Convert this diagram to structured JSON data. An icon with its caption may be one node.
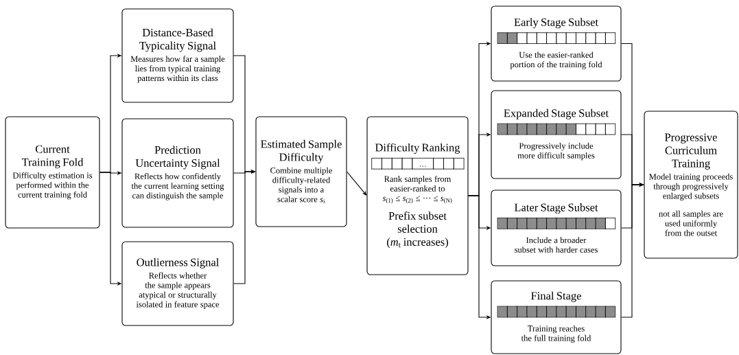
{
  "diagram": {
    "nodes": [
      {
        "text": [
          "Current Training Fold",
          "Difficulty estimation is performed within the current training fold"
        ]
      },
      {
        "text": [
          "Distance-Based Typicality Signal",
          "Measures how far a sample lies from typical training patterns within its class"
        ]
      },
      {
        "text": [
          "Prediction Uncertainty Signal",
          "Reflects how confidently the current learning setting can distinguish the sample"
        ]
      },
      {
        "text": [
          "Outlierness Signal",
          "Reflects whether the sample appears atypical or structurally isolated in feature space"
        ]
      },
      {
        "text": [
          "Estimated Sample Difficulty",
          "Combine multiple difficulty-related signals into a scalar score *s*$_{i}$"
        ]
      },
      {
        "text": [
          "Difficulty Ranking",
          "···",
          "Rank samples from easier-ranked to",
          "*s*$_{(1)}$ ≤ *s*$_{(2)}$ ≤ ··· ≤ *s*$_{(N)}$",
          "Prefix subset selection",
          "(*m*$_{t}$ increases)"
        ]
      },
      {
        "text": [
          "Early Stage Subset",
          "Use the easier-ranked portion of the training fold"
        ]
      },
      {
        "text": [
          "Expanded Stage Subset",
          "Progressively include more difficult samples"
        ]
      },
      {
        "text": [
          "Later Stage Subset",
          "Include a broader subset with harder cases"
        ]
      },
      {
        "text": [
          "Final Stage",
          "Training reaches the full training fold"
        ]
      },
      {
        "text": [
          "Progressive Curriculum Training",
          "Model training proceeds through progressively enlarged subsets",
          "not all samples are used uniformly from the outset"
        ]
      }
    ],
    "edges": [
      {
        "from": 0,
        "to": 1,
        "arrow": "to"
      },
      {
        "from": 0,
        "to": 2,
        "arrow": "to"
      },
      {
        "from": 0,
        "to": 3,
        "arrow": "to"
      },
      {
        "from": 1,
        "to": 4,
        "arrow": "to"
      },
      {
        "from": 2,
        "to": 4,
        "arrow": "to"
      },
      {
        "from": 3,
        "to": 4,
        "arrow": "to"
      },
      {
        "from": 4,
        "to": 5,
        "arrow": "to"
      },
      {
        "from": 5,
        "to": 6,
        "arrow": "to"
      },
      {
        "from": 5,
        "to": 7,
        "arrow": "to"
      },
      {
        "from": 5,
        "to": 8,
        "arrow": "to"
      },
      {
        "from": 5,
        "to": 9,
        "arrow": "to"
      },
      {
        "from": 6,
        "to": 10,
        "arrow": "to"
      },
      {
        "from": 7,
        "to": 10,
        "arrow": "to"
      },
      {
        "from": 8,
        "to": 10,
        "arrow": "to"
      },
      {
        "from": 9,
        "to": 10,
        "arrow": "to"
      }
    ]
  }
}
